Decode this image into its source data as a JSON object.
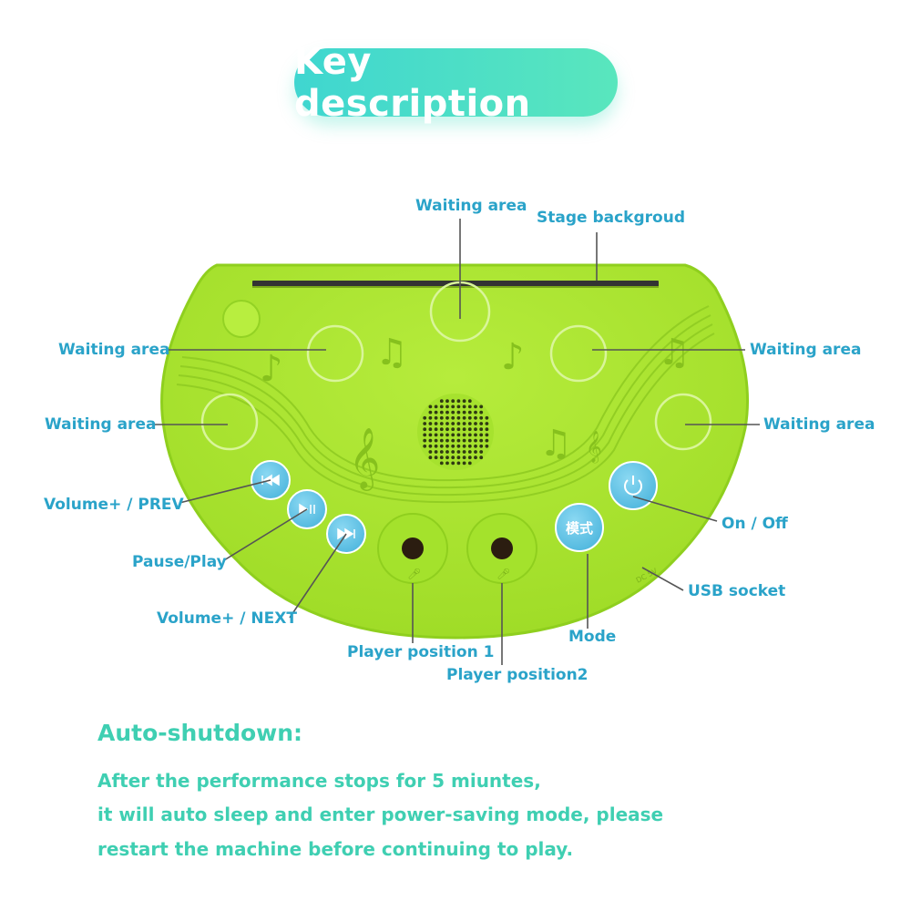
{
  "title": "Key description",
  "labels": {
    "waiting_top": "Waiting area",
    "stage_background": "Stage backgroud",
    "waiting_left_1": "Waiting area",
    "waiting_right_1": "Waiting area",
    "waiting_left_2": "Waiting area",
    "waiting_right_2": "Waiting area",
    "volume_prev": "Volume+ / PREV",
    "pause_play": "Pause/Play",
    "volume_next": "Volume+ / NEXT",
    "on_off": "On / Off",
    "usb_socket": "USB socket",
    "mode": "Mode",
    "player_1": "Player position 1",
    "player_2": "Player position2"
  },
  "device": {
    "mode_button": "模式",
    "dc_text": "DC 5V",
    "colors": {
      "body": "#a8e52f",
      "body_edge": "#8fcf1e",
      "button": "#5fc6e8",
      "accent": "#3fcfb2",
      "label": "#2aa3c9"
    }
  },
  "icons": [
    "prev-icon",
    "play-pause-icon",
    "next-icon",
    "power-icon",
    "microphone-icon",
    "music-note-icon",
    "treble-clef-icon",
    "speaker-grille-icon"
  ],
  "auto_shutdown": {
    "heading": "Auto-shutdown:",
    "lines": [
      "After the performance stops for 5 miuntes,",
      "it will auto sleep and enter power-saving mode, please",
      "restart the machine before continuing to play."
    ]
  }
}
